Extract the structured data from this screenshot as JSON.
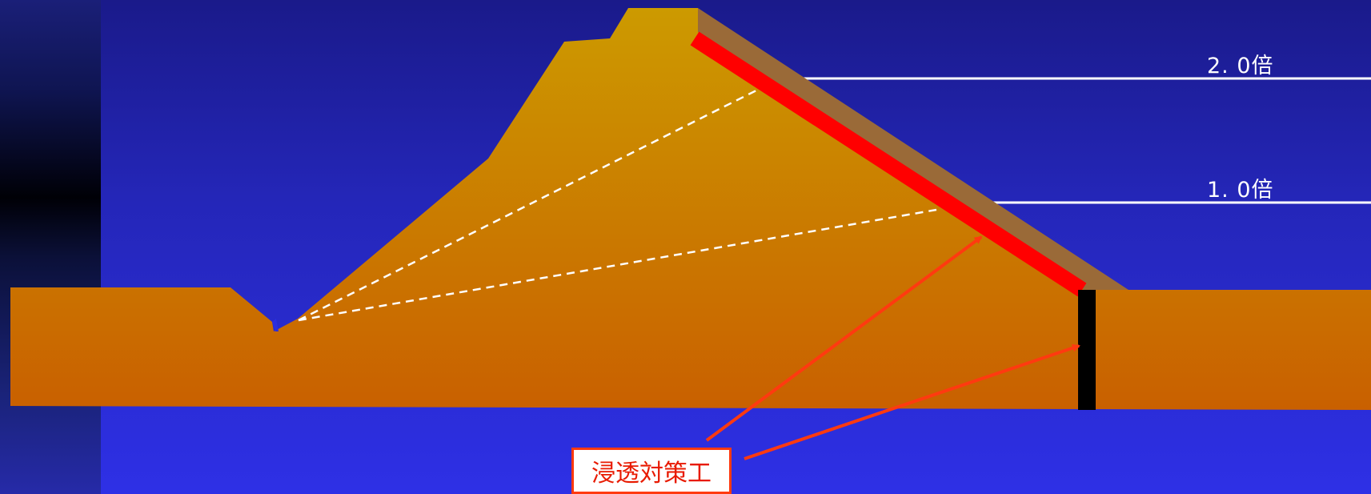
{
  "levels": [
    {
      "label": "2. 0倍"
    },
    {
      "label": "1. 0倍"
    }
  ],
  "countermeasure": {
    "label": "浸透対策工"
  },
  "colors": {
    "embankment_top": "#cc9a00",
    "embankment_bottom": "#c96000",
    "slope_cover": "#9a6a38",
    "impermeable_facing": "#ff0000",
    "cutoff_wall": "#000000",
    "arrow": "#ff3a10",
    "seepage_line": "#ffffff",
    "water_level_line": "#ffffff"
  }
}
